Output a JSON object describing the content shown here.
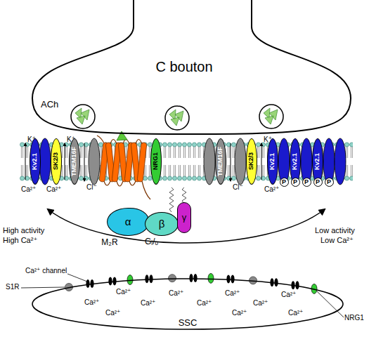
{
  "diagram": {
    "nodes": [
      {
        "text": [
          "C bouton",
          "ACh"
        ]
      },
      {
        "text": [
          "Kv2.1"
        ]
      },
      {
        "text": [
          "SK2/3"
        ]
      },
      {
        "text": [
          "TMEM16F"
        ]
      },
      {
        "text": [
          "M₂R"
        ]
      },
      {
        "text": [
          "NRG1"
        ]
      },
      {
        "text": [
          "α"
        ]
      },
      {
        "text": [
          "β"
        ]
      },
      {
        "text": [
          "γ"
        ]
      },
      {
        "text": [
          "TMEM16F"
        ]
      },
      {
        "text": [
          "SK2/3"
        ]
      },
      {
        "text": [
          "Kv2.1"
        ]
      },
      {
        "text": [
          "Kv2.1"
        ]
      },
      {
        "text": [
          "Kv2.1"
        ]
      },
      {
        "text": [
          "P"
        ]
      },
      {
        "text": [
          "P"
        ]
      },
      {
        "text": [
          "P"
        ]
      },
      {
        "text": [
          "P"
        ]
      },
      {
        "text": [
          "P"
        ]
      },
      {
        "text": [
          "SSC"
        ]
      }
    ],
    "labels": [
      "K⁺",
      "K⁺",
      "K⁺",
      "Ca²⁺",
      "Ca²⁺",
      "Ca²⁺",
      "Cl⁻",
      "Cl⁻",
      "Gᵢ/ₒ",
      "High activity",
      "High Ca²⁺",
      "Low activity",
      "Low Ca²⁺",
      "Ca²⁺ channel",
      "S1R",
      "NRG1",
      "Ca²⁺",
      "Ca²⁺",
      "Ca²⁺",
      "Ca²⁺",
      "Ca²⁺",
      "Ca²⁺",
      "Ca²⁺",
      "Ca²⁺",
      "Ca²⁺",
      "Ca²⁺",
      "Ca²⁺"
    ]
  }
}
